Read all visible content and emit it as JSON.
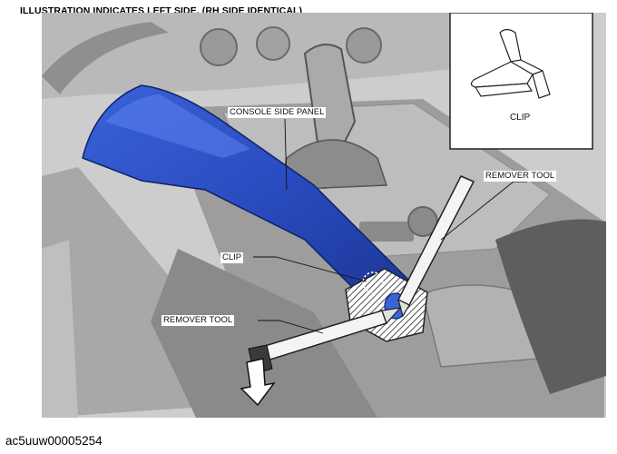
{
  "heading": "ILLUSTRATION INDICATES LEFT SIDE. (RH SIDE IDENTICAL)",
  "callouts": {
    "console_side_panel": "CONSOLE SIDE PANEL",
    "remover_tool_right": "REMOVER TOOL",
    "clip": "CLIP",
    "remover_tool_left": "REMOVER TOOL"
  },
  "inset": {
    "label": "CLIP"
  },
  "figure_code": "ac5uuw00005254",
  "colors": {
    "panel": "#2b4fc4",
    "panel_dark": "#1a338f",
    "interior": "#cfcfcf",
    "tool": "#f4f4f4"
  },
  "icons": {
    "arrow": "arrow-down-icon"
  }
}
